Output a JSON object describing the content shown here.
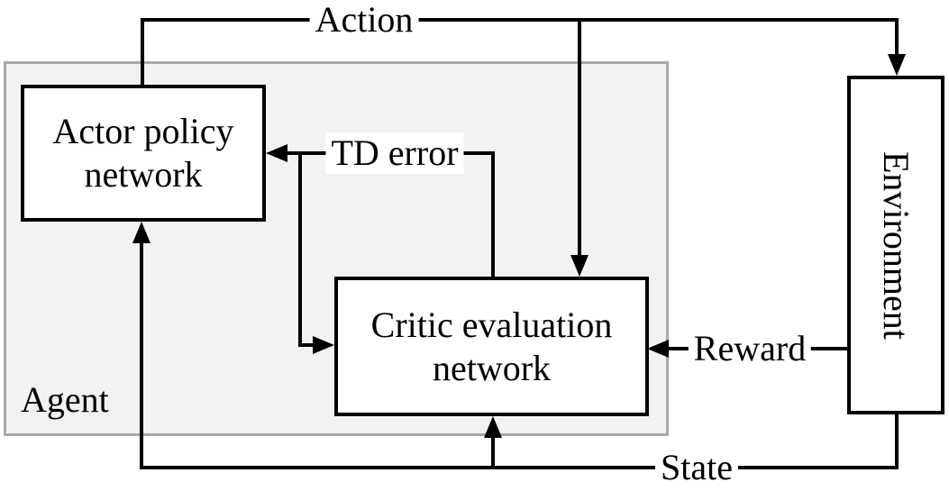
{
  "colors": {
    "line-color": "#000000",
    "agent-fill": "#f2f2f2",
    "agent-border": "#a9a9a9",
    "node-fill": "#ffffff",
    "canvas-bg": "#ffffff",
    "text-color": "#000000"
  },
  "agent": {
    "label": "Agent"
  },
  "nodes": {
    "actor": {
      "label": "Actor policy\nnetwork"
    },
    "critic": {
      "label": "Critic evaluation\nnetwork"
    },
    "environment": {
      "label": "Environment"
    }
  },
  "signals": {
    "action": {
      "label": "Action"
    },
    "td_error": {
      "label": "TD error"
    },
    "reward": {
      "label": "Reward"
    },
    "state": {
      "label": "State"
    }
  }
}
